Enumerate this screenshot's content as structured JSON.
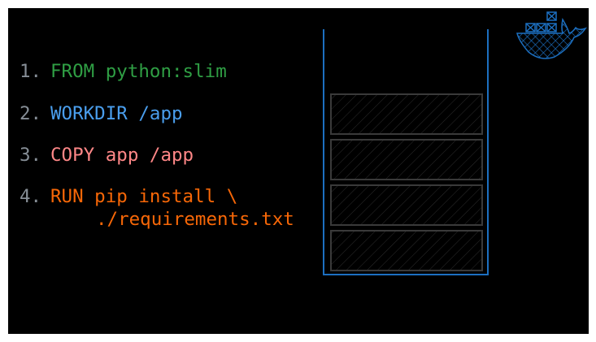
{
  "steps": [
    {
      "num": "1.",
      "text": "FROM python:slim",
      "color": "#2f9e44"
    },
    {
      "num": "2.",
      "text": "WORKDIR /app",
      "color": "#4a9eed"
    },
    {
      "num": "3.",
      "text": "COPY app /app",
      "color": "#ff8787"
    },
    {
      "num": "4.",
      "text": "RUN pip install \\",
      "continuation": "./requirements.txt",
      "color": "#f76707"
    }
  ],
  "colors": {
    "container": "#1c6fc0",
    "layer": "#3a3a3a",
    "whale": "#1c6fc0",
    "number": "#868e96"
  },
  "layer_count": 4,
  "logo": "docker-whale-icon"
}
